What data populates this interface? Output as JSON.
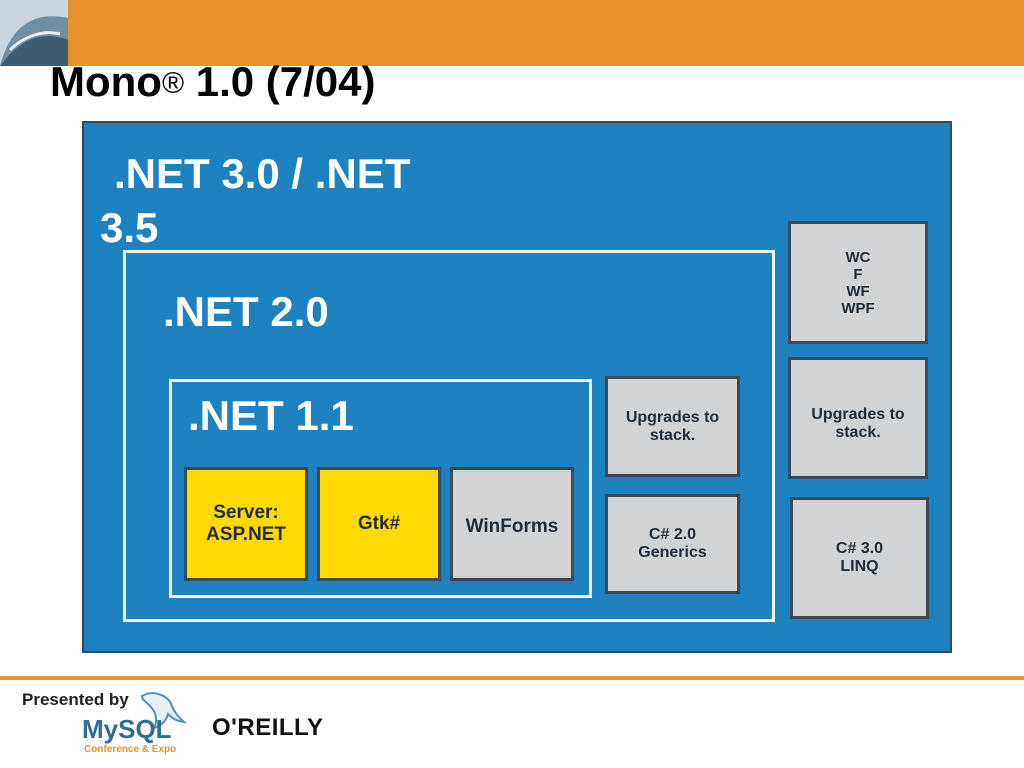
{
  "slide": {
    "title_main": "Mono",
    "title_reg": "®",
    "title_rest": " 1.0 (7/04)"
  },
  "diagram": {
    "net35_line1": ".NET 3.0 / .NET",
    "net35_line2": "3.5",
    "net20": ".NET 2.0",
    "net11": ".NET 1.1",
    "tiles": {
      "server": "Server:\nASP.NET",
      "gtk": "Gtk#",
      "winforms": "WinForms",
      "upgrades_20": "Upgrades to\nstack.",
      "csharp20": "C# 2.0\nGenerics",
      "wcf": "WC\nF\nWF\nWPF",
      "upgrades_30": "Upgrades to\nstack.",
      "csharp30": "C# 3.0\nLINQ"
    }
  },
  "footer": {
    "presented_by": "Presented by",
    "mysql_name": "MySQL",
    "mysql_sub": "Conference & Expo",
    "oreilly": "O'REILLY"
  },
  "colors": {
    "header": "#e8922e",
    "panel": "#1e82c0",
    "yellow_tile": "#ffd900",
    "grey_tile": "#d2d3d4"
  }
}
